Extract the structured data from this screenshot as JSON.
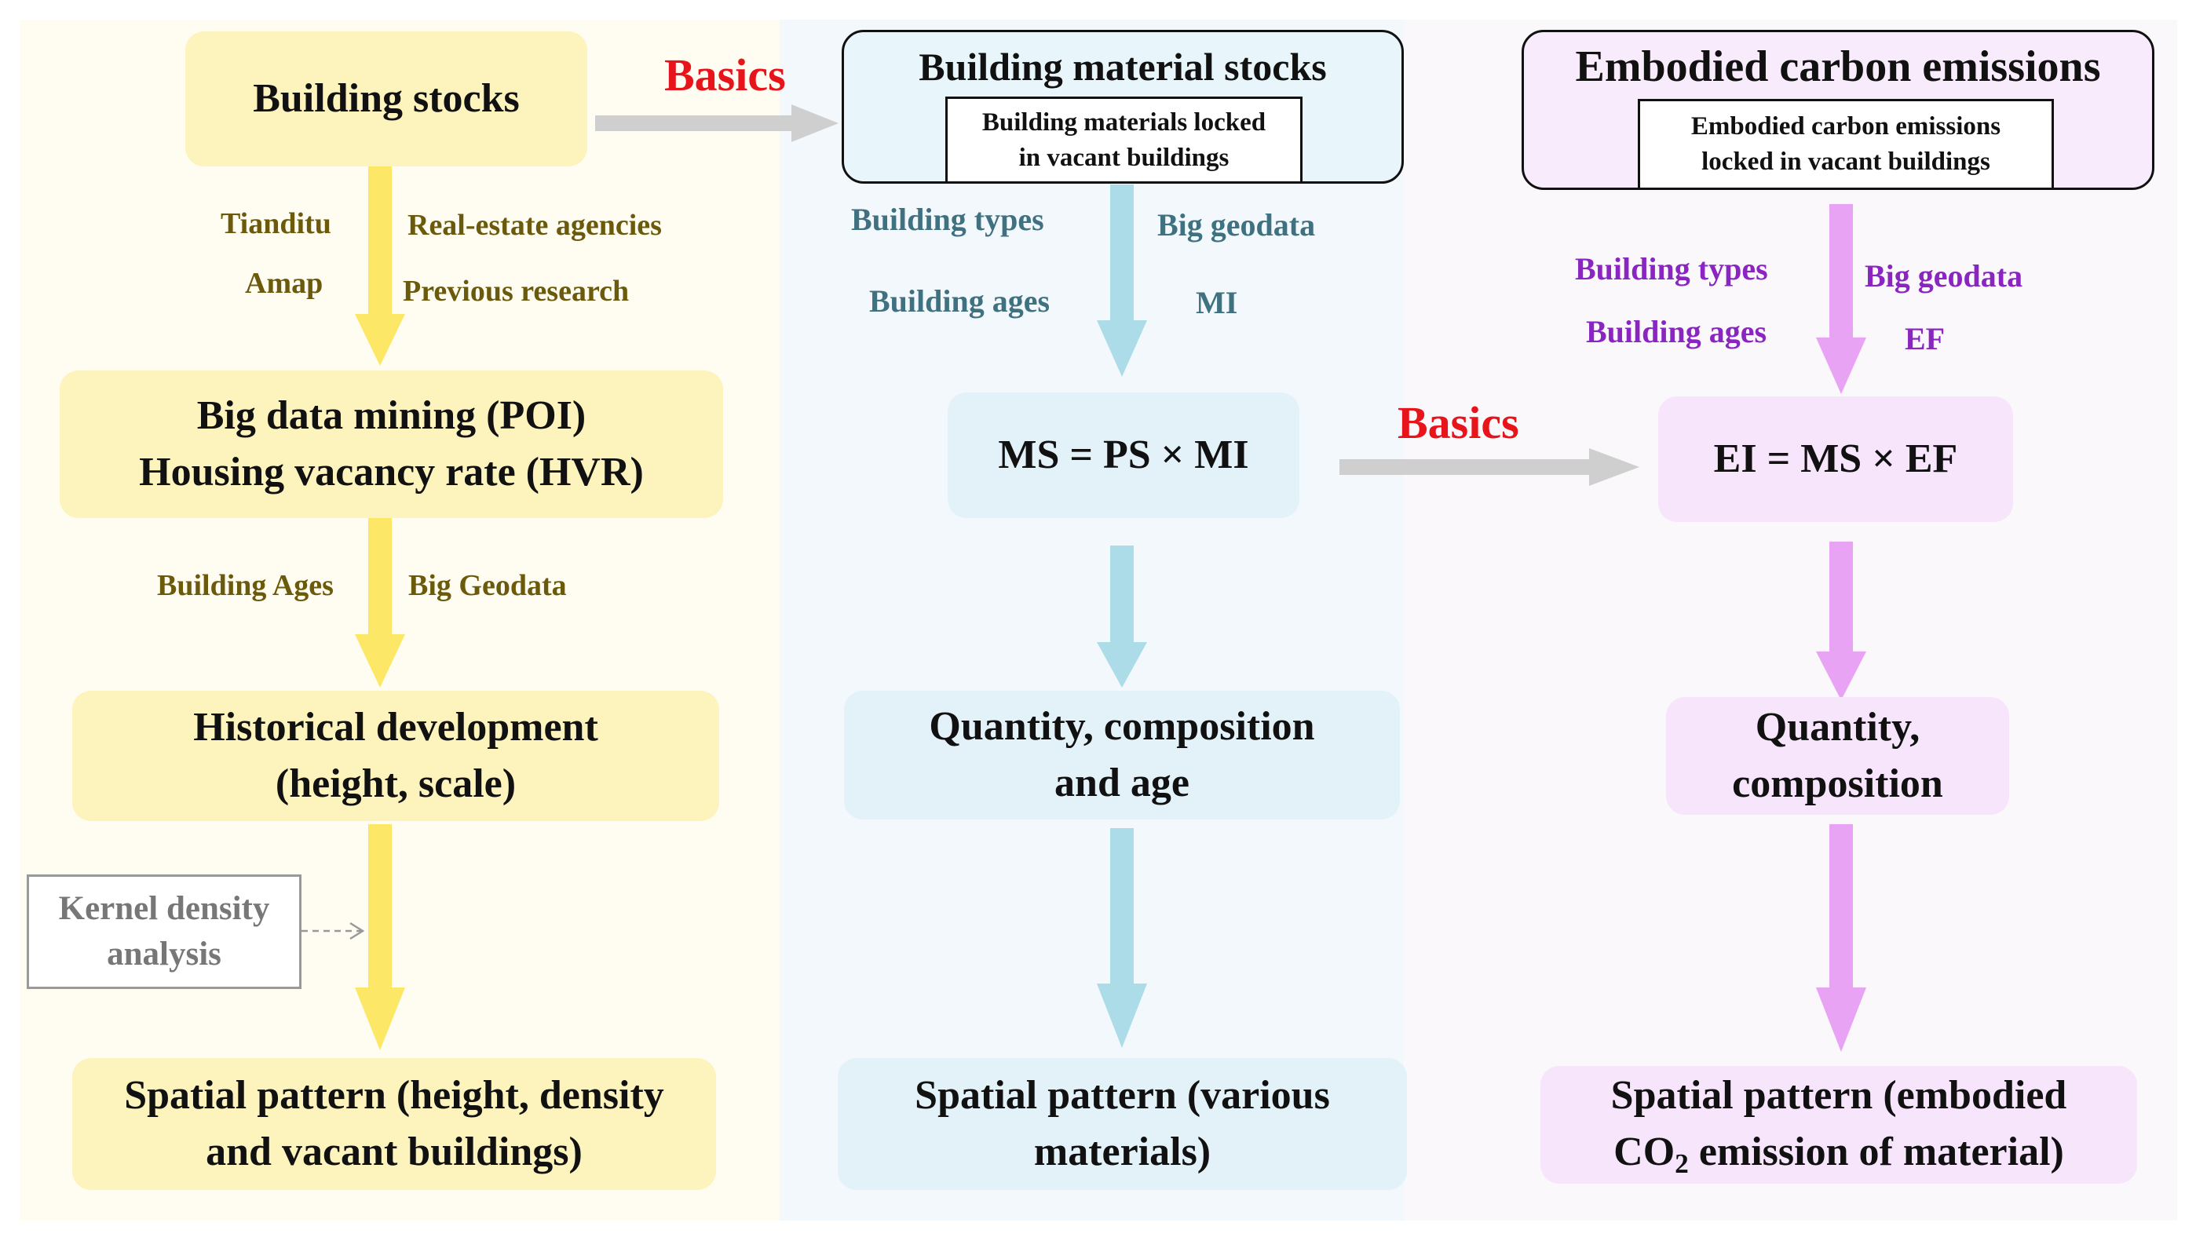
{
  "colors": {
    "yellow_panel": "#fffdf2",
    "blue_panel": "#f2f8fb",
    "purple_panel": "#faf8fa",
    "yellow_box": "#fdf3bd",
    "blue_box": "#e2f2f8",
    "purple_box": "#f6e5fb",
    "yellow_arrow": "#fce866",
    "blue_arrow": "#abdce7",
    "purple_arrow": "#e8a3f5",
    "grey_arrow": "#cfcfcf",
    "basics_red": "#e8141c"
  },
  "left_column": {
    "building_stocks": "Building stocks",
    "labels": {
      "tianditu": "Tianditu",
      "real_estate": "Real-estate agencies",
      "amap": "Amap",
      "previous_research": "Previous research",
      "building_ages": "Building Ages",
      "big_geodata": "Big Geodata"
    },
    "big_data_line1": "Big data mining (POI)",
    "big_data_line2": "Housing vacancy rate (HVR)",
    "historical_line1": "Historical development",
    "historical_line2": "(height, scale)",
    "kernel_line1": "Kernel density",
    "kernel_line2": "analysis",
    "spatial_line1": "Spatial pattern (height, density",
    "spatial_line2": "and vacant buildings)"
  },
  "middle_column": {
    "header_title": "Building material stocks",
    "header_inner_line1": "Building materials locked",
    "header_inner_line2": "in vacant buildings",
    "labels": {
      "building_types": "Building types",
      "big_geodata": "Big geodata",
      "building_ages": "Building ages",
      "mi": "MI"
    },
    "formula": "MS = PS × MI",
    "quantity_line1": "Quantity, composition",
    "quantity_line2": "and age",
    "spatial_line1": "Spatial pattern (various",
    "spatial_line2": "materials)"
  },
  "right_column": {
    "header_title": "Embodied carbon emissions",
    "header_inner_line1": "Embodied carbon emissions",
    "header_inner_line2": "locked in vacant buildings",
    "labels": {
      "building_types": "Building types",
      "big_geodata": "Big geodata",
      "building_ages": "Building ages",
      "ef": "EF"
    },
    "formula": "EI = MS × EF",
    "quantity_line1": "Quantity,",
    "quantity_line2": "composition",
    "spatial_line1": "Spatial pattern (embodied",
    "spatial_line2_pre": "CO",
    "spatial_line2_sub": "2",
    "spatial_line2_post": " emission of material)"
  },
  "basics_top": "Basics",
  "basics_mid": "Basics"
}
